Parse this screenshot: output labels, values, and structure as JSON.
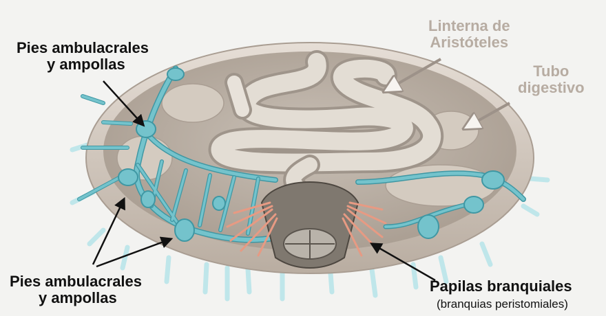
{
  "labels": {
    "pies_top": [
      "Pies ambulacrales",
      "y ampollas"
    ],
    "pies_bottom": [
      "Pies ambulacrales",
      "y ampollas"
    ],
    "linterna": [
      "Linterna de",
      "Aristóteles"
    ],
    "tubo": [
      "Tubo",
      "digestivo"
    ],
    "papilas": "Papilas branquiales",
    "papilas_sub": "(branquias peristomiales)"
  },
  "colors": {
    "background": "#f3f3f1",
    "shell": "#d8cfc6",
    "shell_inner": "#bcb1a6",
    "water_vascular": "#74c3cc",
    "water_vascular_dark": "#3f97a3",
    "gut": "#e3ddd4",
    "gills": "#e79a83",
    "label_dark": "#111111",
    "label_muted": "#b7aca2"
  }
}
